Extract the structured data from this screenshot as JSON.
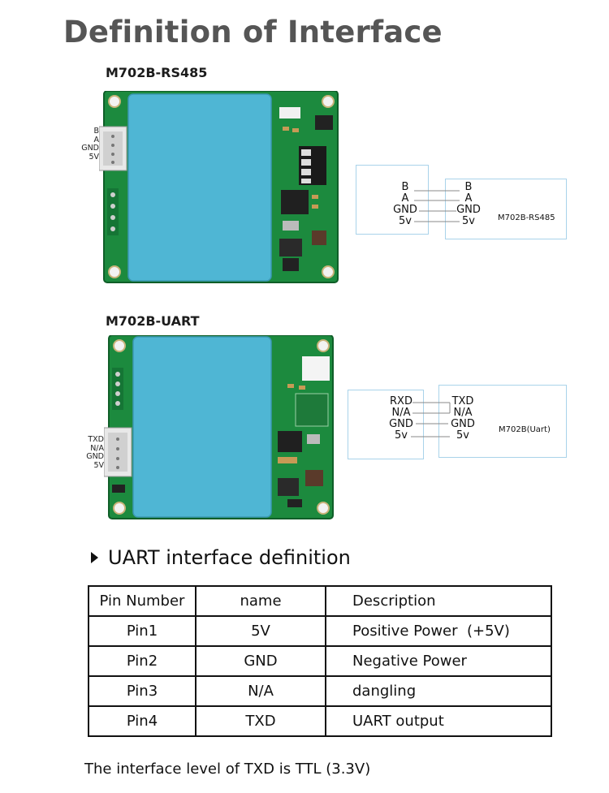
{
  "title": "Definition of Interface",
  "rs485": {
    "model_label": "M702B-RS485",
    "connector_pins": [
      "B",
      "A",
      "GND",
      "5V"
    ],
    "diagram": {
      "left_signals": [
        "B",
        "A",
        "GND",
        "5v"
      ],
      "right_signals": [
        "B",
        "A",
        "GND",
        "5v"
      ],
      "module_name": "M702B-RS485"
    }
  },
  "uart": {
    "model_label": "M702B-UART",
    "connector_pins": [
      "TXD",
      "N/A",
      "GND",
      "5V"
    ],
    "diagram": {
      "left_signals": [
        "RXD",
        "N/A",
        "GND",
        "5v"
      ],
      "right_signals": [
        "TXD",
        "N/A",
        "GND",
        "5v"
      ],
      "module_name": "M702B(Uart)"
    }
  },
  "section": {
    "heading": "UART interface definition"
  },
  "table": {
    "headers": [
      "Pin Number",
      "name",
      "Description"
    ],
    "rows": [
      [
        "Pin1",
        "5V",
        "Positive Power  (+5V)"
      ],
      [
        "Pin2",
        "GND",
        "Negative Power"
      ],
      [
        "Pin3",
        "N/A",
        "dangling"
      ],
      [
        "Pin4",
        "TXD",
        "UART output"
      ]
    ]
  },
  "note": "The interface level of TXD is TTL (3.3V)",
  "colors": {
    "pcb_green": "#1c8a3e",
    "sensor_cover": "#4fb6d4",
    "diagram_border": "#a9d3ea",
    "heading_gray": "#555555"
  }
}
